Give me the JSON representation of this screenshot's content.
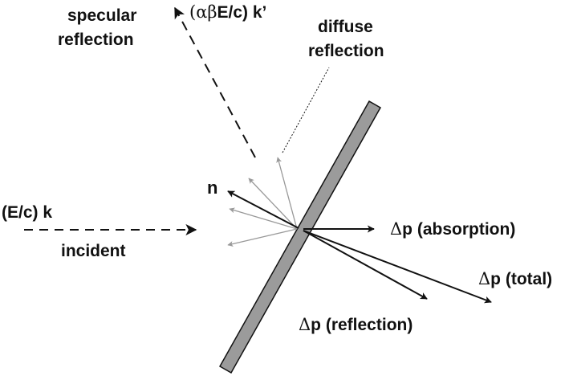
{
  "labels": {
    "specular_line1": "specular",
    "specular_line2": "reflection",
    "k_prime_paren_open": "(",
    "k_prime_greek": "αβ",
    "k_prime_rest": "E/c) k’",
    "diffuse_line1": "diffuse",
    "diffuse_line2": "reflection",
    "normal": "n",
    "incident_momentum": "(E/c) k",
    "incident": "incident",
    "delta_symbol": "Δ",
    "absorption": "p (absorption)",
    "total": "p (total)",
    "reflection": "p (reflection)"
  },
  "colors": {
    "plate_fill": "#9b9b9b",
    "plate_stroke": "#111111",
    "arrow": "#111111",
    "diffuse_rays": "#999999"
  }
}
